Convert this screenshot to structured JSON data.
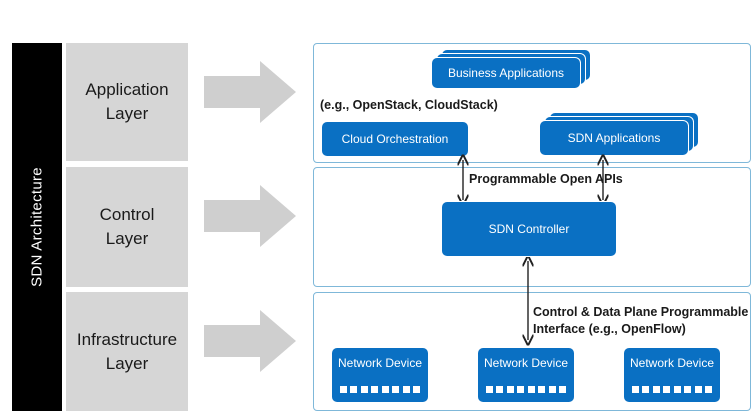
{
  "side_title": "SDN Architecture",
  "layers": [
    {
      "label": "Application\nLayer"
    },
    {
      "label": "Control\nLayer"
    },
    {
      "label": "Infrastructure\nLayer"
    }
  ],
  "application": {
    "business_apps": "Business Applications",
    "example_note": "(e.g., OpenStack, CloudStack)",
    "cloud_orchestration": "Cloud Orchestration",
    "sdn_apps": "SDN Applications"
  },
  "control": {
    "api_label": "Programmable  Open APIs",
    "controller": "SDN Controller"
  },
  "infrastructure": {
    "interface_label_line1": "Control & Data Plane Programmable",
    "interface_label_line2": "Interface (e.g., OpenFlow)",
    "devices": [
      "Network Device",
      "Network Device",
      "Network Device"
    ]
  },
  "colors": {
    "accent_blue": "#0a70c3",
    "panel_border": "#7fb8d9",
    "layer_grey": "#d6d6d6",
    "arrow_grey": "#cfcfcf",
    "side_bar": "#000000"
  }
}
